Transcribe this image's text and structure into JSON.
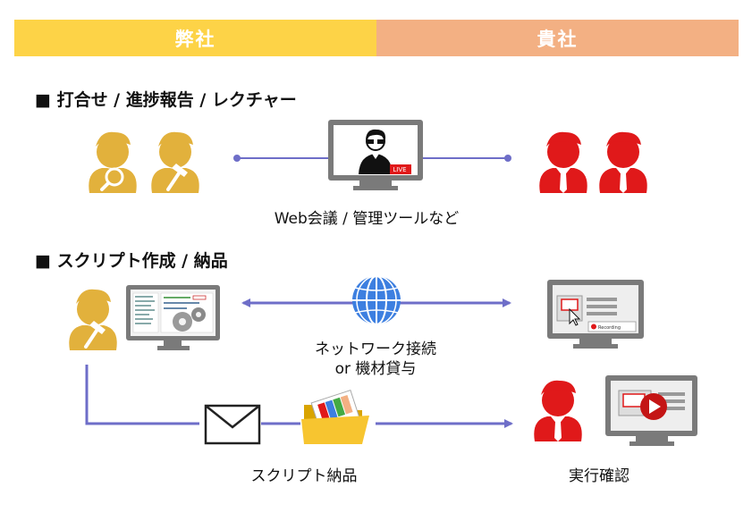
{
  "header": {
    "left_label": "弊社",
    "right_label": "貴社",
    "left_color": "#FDD347",
    "right_color": "#F3B083"
  },
  "section1": {
    "title": "■ 打合せ / 進捗報告 / レクチャー",
    "caption": "Web会議 / 管理ツールなど",
    "live_badge": "LIVE"
  },
  "section2": {
    "title": "■ スクリプト作成 / 納品",
    "network_caption_line1": "ネットワーク接続",
    "network_caption_line2": "or 機材貸与",
    "delivery_caption": "スクリプト納品",
    "confirm_caption": "実行確認",
    "recording_label": "Recording"
  },
  "colors": {
    "our_person": "#E2B13C",
    "client_person": "#E0191A",
    "connector": "#6E6EC8",
    "monitor": "#7A7A7A"
  }
}
